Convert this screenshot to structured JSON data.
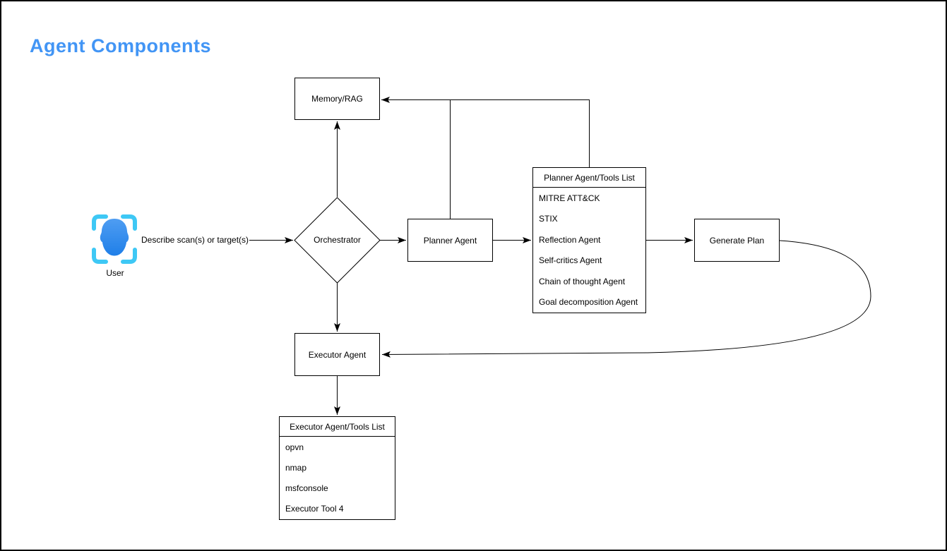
{
  "title": "Agent Components",
  "colors": {
    "title": "#4295F5",
    "line": "#000000",
    "bracket": "#3EC8F5",
    "head_top": "#4F9DF2",
    "head_bottom": "#1F7FE8"
  },
  "nodes": {
    "memory": "Memory/RAG",
    "orchestrator": "Orchestrator",
    "planner": "Planner Agent",
    "generate_plan": "Generate Plan",
    "executor": "Executor Agent",
    "user": "User"
  },
  "edge_labels": {
    "user_to_orchestrator": "Describe scan(s) or target(s)"
  },
  "planner_tools": {
    "header": "Planner Agent/Tools List",
    "items": [
      "MITRE ATT&CK",
      "STIX",
      "Reflection Agent",
      "Self-critics Agent",
      "Chain of thought Agent",
      "Goal decomposition Agent"
    ]
  },
  "executor_tools": {
    "header": "Executor Agent/Tools List",
    "items": [
      "opvn",
      "nmap",
      "msfconsole",
      "Executor Tool 4"
    ]
  }
}
